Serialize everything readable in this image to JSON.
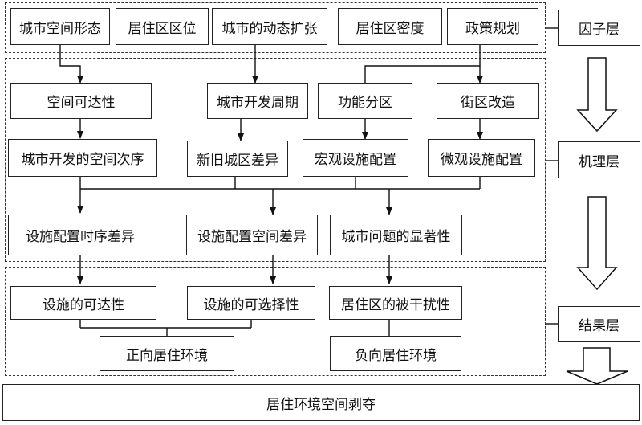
{
  "layers": {
    "factor": "因子层",
    "mechanism": "机理层",
    "result": "结果层"
  },
  "factors": {
    "f1": "城市空间形态",
    "f2": "居住区区位",
    "f3": "城市的动态扩张",
    "f4": "居住区密度",
    "f5": "政策规划"
  },
  "mechanism": {
    "m1": "空间可达性",
    "m2": "城市开发周期",
    "m3": "功能分区",
    "m4": "街区改造",
    "m5": "城市开发的空间次序",
    "m6": "新旧城区差异",
    "m7": "宏观设施配置",
    "m8": "微观设施配置",
    "m9": "设施配置时序差异",
    "m10": "设施配置空间差异",
    "m11": "城市问题的显著性"
  },
  "results": {
    "r1": "设施的可达性",
    "r2": "设施的可选择性",
    "r3": "居住区的被干扰性",
    "r4": "正向居住环境",
    "r5": "负向居住环境"
  },
  "final": "居住环境空间剥夺"
}
